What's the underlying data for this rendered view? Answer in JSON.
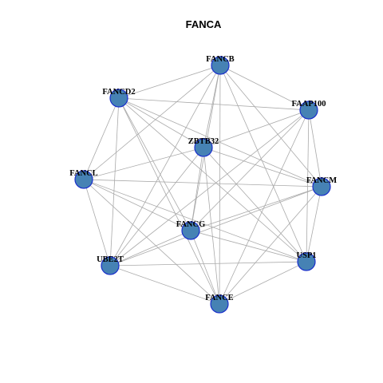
{
  "title": "FANCA",
  "colors": {
    "node_fill": "#4682b4",
    "node_stroke": "#1a2fcc",
    "edge": "#aaaaaa",
    "label": "#000000"
  },
  "nodes": [
    {
      "id": "FANCB",
      "label": "FANCB"
    },
    {
      "id": "FANCD2",
      "label": "FANCD2"
    },
    {
      "id": "FAAP100",
      "label": "FAAP100"
    },
    {
      "id": "ZBTB32",
      "label": "ZBTB32"
    },
    {
      "id": "FANCL",
      "label": "FANCL"
    },
    {
      "id": "FANCM",
      "label": "FANCM"
    },
    {
      "id": "FANCG",
      "label": "FANCG"
    },
    {
      "id": "USP1",
      "label": "USP1"
    },
    {
      "id": "UBE2T",
      "label": "UBE2T"
    },
    {
      "id": "FANCE",
      "label": "FANCE"
    }
  ],
  "edges": [
    [
      "FANCB",
      "FANCD2"
    ],
    [
      "FANCB",
      "FAAP100"
    ],
    [
      "FANCB",
      "ZBTB32"
    ],
    [
      "FANCB",
      "FANCL"
    ],
    [
      "FANCB",
      "FANCM"
    ],
    [
      "FANCB",
      "FANCG"
    ],
    [
      "FANCB",
      "USP1"
    ],
    [
      "FANCB",
      "UBE2T"
    ],
    [
      "FANCB",
      "FANCE"
    ],
    [
      "FANCD2",
      "FAAP100"
    ],
    [
      "FANCD2",
      "ZBTB32"
    ],
    [
      "FANCD2",
      "FANCL"
    ],
    [
      "FANCD2",
      "FANCM"
    ],
    [
      "FANCD2",
      "FANCG"
    ],
    [
      "FANCD2",
      "USP1"
    ],
    [
      "FANCD2",
      "UBE2T"
    ],
    [
      "FANCD2",
      "FANCE"
    ],
    [
      "FAAP100",
      "ZBTB32"
    ],
    [
      "FAAP100",
      "FANCM"
    ],
    [
      "FAAP100",
      "FANCG"
    ],
    [
      "FAAP100",
      "USP1"
    ],
    [
      "FAAP100",
      "UBE2T"
    ],
    [
      "FAAP100",
      "FANCE"
    ],
    [
      "ZBTB32",
      "FANCL"
    ],
    [
      "ZBTB32",
      "FANCM"
    ],
    [
      "ZBTB32",
      "FANCG"
    ],
    [
      "ZBTB32",
      "USP1"
    ],
    [
      "ZBTB32",
      "UBE2T"
    ],
    [
      "ZBTB32",
      "FANCE"
    ],
    [
      "FANCL",
      "FANCM"
    ],
    [
      "FANCL",
      "FANCG"
    ],
    [
      "FANCL",
      "USP1"
    ],
    [
      "FANCL",
      "UBE2T"
    ],
    [
      "FANCL",
      "FANCE"
    ],
    [
      "FANCM",
      "FANCG"
    ],
    [
      "FANCM",
      "USP1"
    ],
    [
      "FANCM",
      "UBE2T"
    ],
    [
      "FANCM",
      "FANCE"
    ],
    [
      "FANCG",
      "USP1"
    ],
    [
      "FANCG",
      "UBE2T"
    ],
    [
      "FANCG",
      "FANCE"
    ],
    [
      "USP1",
      "UBE2T"
    ],
    [
      "USP1",
      "FANCE"
    ],
    [
      "UBE2T",
      "FANCE"
    ]
  ]
}
